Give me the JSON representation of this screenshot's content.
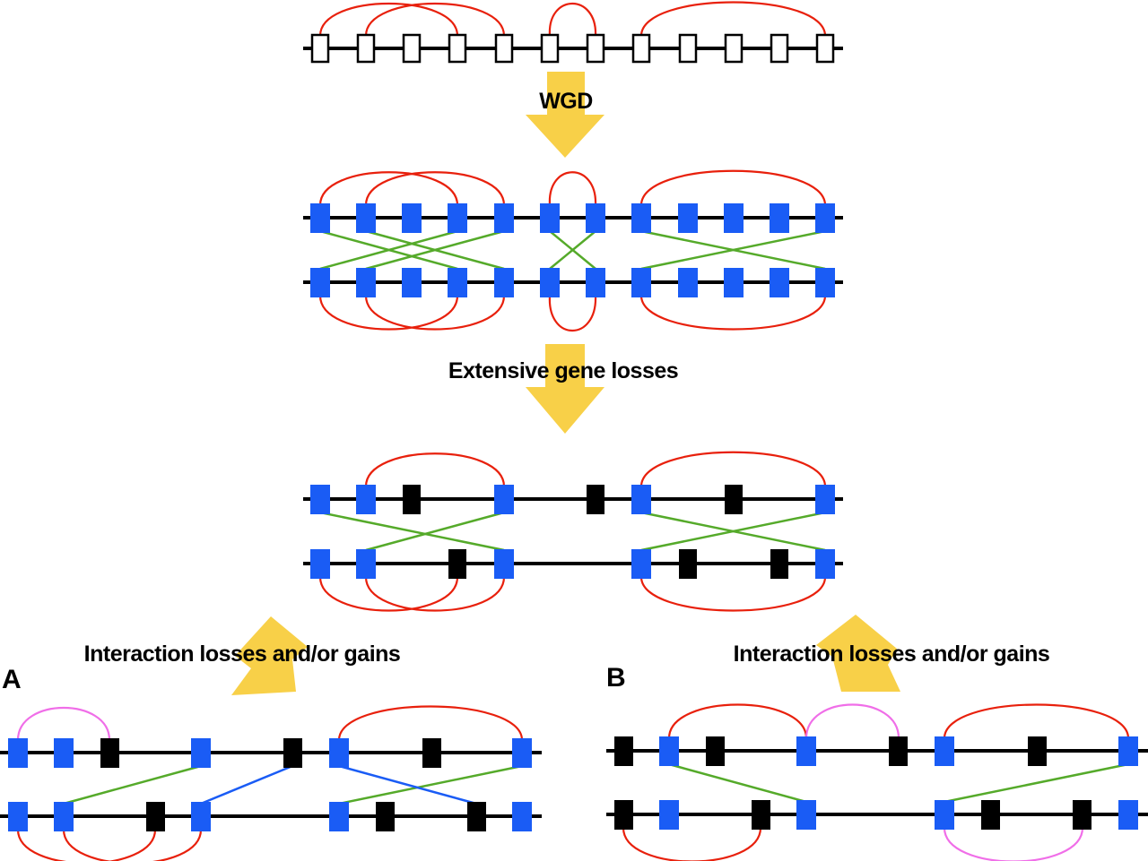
{
  "labels": {
    "wgd": "WGD",
    "gene_losses": "Extensive gene losses",
    "interaction_a": "Interaction losses and/or gains",
    "interaction_b": "Interaction losses and/or gains",
    "panel_a": "A",
    "panel_b": "B"
  },
  "colors": {
    "chromosome": "#000000",
    "ancestral_gene": "#ffffff",
    "retained_gene": "#1a5cf5",
    "lost_gene": "#000000",
    "interaction": "#e8200c",
    "new_interaction": "#f06ee8",
    "ohnolog_link": "#55aa2a",
    "new_link": "#1a5cf5",
    "arrow": "#f8d048"
  }
}
